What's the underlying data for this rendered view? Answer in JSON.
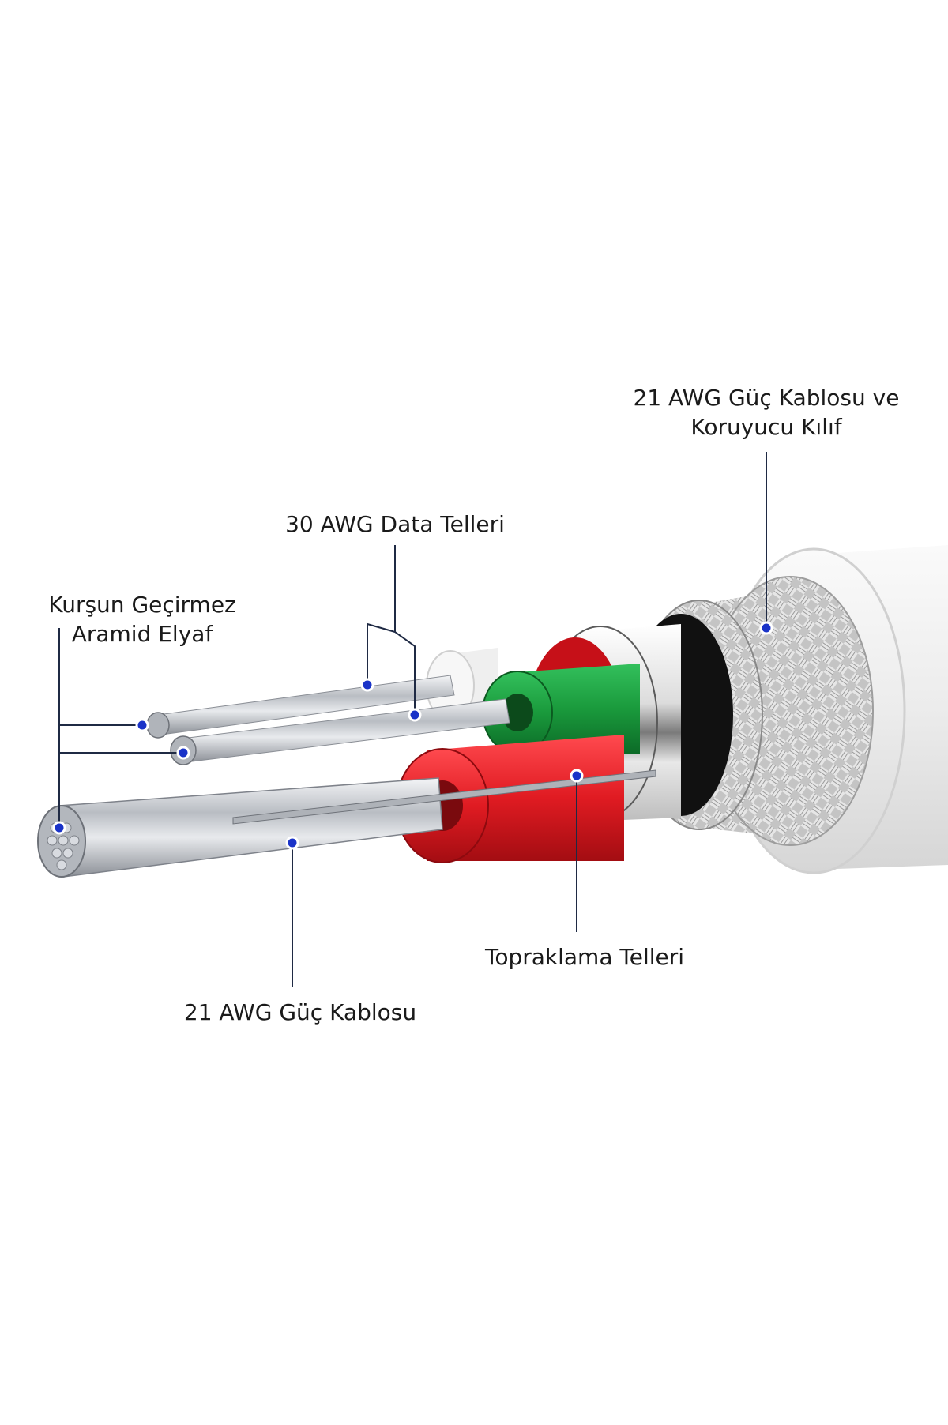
{
  "labels": {
    "jacket": {
      "line1": "21 AWG Güç Kablosu ve",
      "line2": "Koruyucu Kılıf"
    },
    "data_wires": {
      "line1": "30 AWG Data Telleri"
    },
    "aramid": {
      "line1": "Kurşun Geçirmez",
      "line2": "Aramid Elyaf"
    },
    "ground": {
      "line1": "Topraklama Telleri"
    },
    "power": {
      "line1": "21 AWG Güç Kablosu"
    }
  },
  "colors": {
    "background": "#ffffff",
    "callout_line": "#1f2a44",
    "callout_dot": "#1a33c8",
    "jacket": "#f0f0f0",
    "braid": "#bdbdbd",
    "red_insulation": "#e01b22",
    "green_insulation": "#1a9a3c",
    "conductor": "#c9ccd1"
  }
}
